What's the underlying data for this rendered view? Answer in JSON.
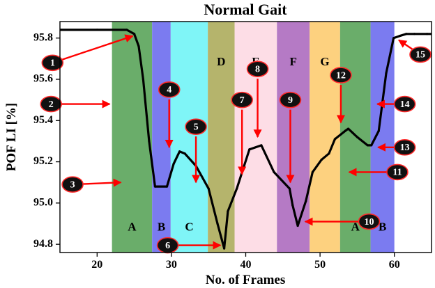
{
  "chart_data": {
    "type": "line",
    "title": "Normal Gait",
    "xlabel": "No. of Frames",
    "ylabel": "POF LI [%]",
    "xlim": [
      15,
      65
    ],
    "ylim": [
      94.76,
      95.88
    ],
    "xticks": [
      20,
      30,
      40,
      50,
      60
    ],
    "yticks": [
      94.8,
      95.0,
      95.2,
      95.4,
      95.6,
      95.8
    ],
    "ytick_labels": [
      "94.8",
      "95.0",
      "95.2",
      "95.4",
      "95.6",
      "95.8"
    ],
    "grid": false,
    "series": [
      {
        "color": "#000000",
        "x": [
          15,
          20,
          24,
          25,
          25.6,
          26.2,
          27,
          27.8,
          29.4,
          30.3,
          31.1,
          31.8,
          33.3,
          35,
          36.2,
          37.1,
          37.6,
          38.8,
          40.5,
          42.1,
          43.8,
          45.9,
          46.3,
          47,
          48.1,
          49,
          50.2,
          51.2,
          52,
          53.4,
          53.8,
          55,
          56.4,
          56.9,
          57.9,
          58.9,
          59.9,
          60.7,
          61.6,
          62.7,
          64.4,
          65
        ],
        "y": [
          95.84,
          95.84,
          95.84,
          95.82,
          95.76,
          95.6,
          95.3,
          95.08,
          95.08,
          95.19,
          95.25,
          95.24,
          95.18,
          95.07,
          94.9,
          94.78,
          94.96,
          95.07,
          95.26,
          95.28,
          95.15,
          95.07,
          94.99,
          94.89,
          95.01,
          95.15,
          95.21,
          95.24,
          95.31,
          95.35,
          95.36,
          95.32,
          95.28,
          95.28,
          95.35,
          95.63,
          95.8,
          95.81,
          95.82,
          95.82,
          95.82,
          95.82
        ]
      }
    ],
    "phases": [
      {
        "label": "A",
        "x0": 22,
        "x1": 27.4,
        "color": "#6aad6a",
        "label_row": "bottom"
      },
      {
        "label": "B",
        "x0": 27.4,
        "x1": 29.9,
        "color": "#7b7bf0",
        "label_row": "bottom"
      },
      {
        "label": "C",
        "x0": 29.9,
        "x1": 34.9,
        "color": "#7ff5f7",
        "label_row": "bottom"
      },
      {
        "label": "D",
        "x0": 34.9,
        "x1": 38.5,
        "color": "#b5b46c",
        "label_row": "top"
      },
      {
        "label": "E",
        "x0": 38.5,
        "x1": 44.2,
        "color": "#fddde6",
        "label_row": "top"
      },
      {
        "label": "F",
        "x0": 44.2,
        "x1": 48.6,
        "color": "#b57ac5",
        "label_row": "top"
      },
      {
        "label": "G",
        "x0": 48.6,
        "x1": 52.7,
        "color": "#fdd17f",
        "label_row": "top"
      },
      {
        "label": "A",
        "x0": 52.7,
        "x1": 56.8,
        "color": "#6aad6a",
        "label_row": "bottom"
      },
      {
        "label": "B",
        "x0": 56.8,
        "x1": 60,
        "color": "#7b7bf0",
        "label_row": "bottom"
      }
    ],
    "annotations": [
      {
        "label": "1",
        "mx": 14,
        "my": 95.68,
        "tx": 24.8,
        "ty": 95.81
      },
      {
        "label": "2",
        "mx": 13.8,
        "my": 95.48,
        "tx": 21.7,
        "ty": 95.48
      },
      {
        "label": "3",
        "mx": 16.7,
        "my": 95.09,
        "tx": 23.2,
        "ty": 95.1
      },
      {
        "label": "4",
        "mx": 29.7,
        "my": 95.55,
        "tx": 29.7,
        "ty": 95.27
      },
      {
        "label": "5",
        "mx": 33.3,
        "my": 95.37,
        "tx": 33.3,
        "ty": 95.1
      },
      {
        "label": "6",
        "mx": 29.5,
        "my": 94.795,
        "tx": 36.6,
        "ty": 94.795
      },
      {
        "label": "7",
        "mx": 39.5,
        "my": 95.5,
        "tx": 39.5,
        "ty": 95.14
      },
      {
        "label": "8",
        "mx": 41.6,
        "my": 95.65,
        "tx": 41.6,
        "ty": 95.32
      },
      {
        "label": "9",
        "mx": 46,
        "my": 95.5,
        "tx": 46,
        "ty": 95.1
      },
      {
        "label": "10",
        "mx": 56.6,
        "my": 94.91,
        "tx": 48,
        "ty": 94.91
      },
      {
        "label": "11",
        "mx": 60.4,
        "my": 95.15,
        "tx": 53.9,
        "ty": 95.15
      },
      {
        "label": "12",
        "mx": 52.8,
        "my": 95.62,
        "tx": 52.8,
        "ty": 95.39
      },
      {
        "label": "13",
        "mx": 61.4,
        "my": 95.27,
        "tx": 57.8,
        "ty": 95.27
      },
      {
        "label": "14",
        "mx": 61.4,
        "my": 95.48,
        "tx": 57.7,
        "ty": 95.48
      },
      {
        "label": "15",
        "mx": 63.5,
        "my": 95.72,
        "tx": 60.6,
        "ty": 95.79
      }
    ]
  }
}
